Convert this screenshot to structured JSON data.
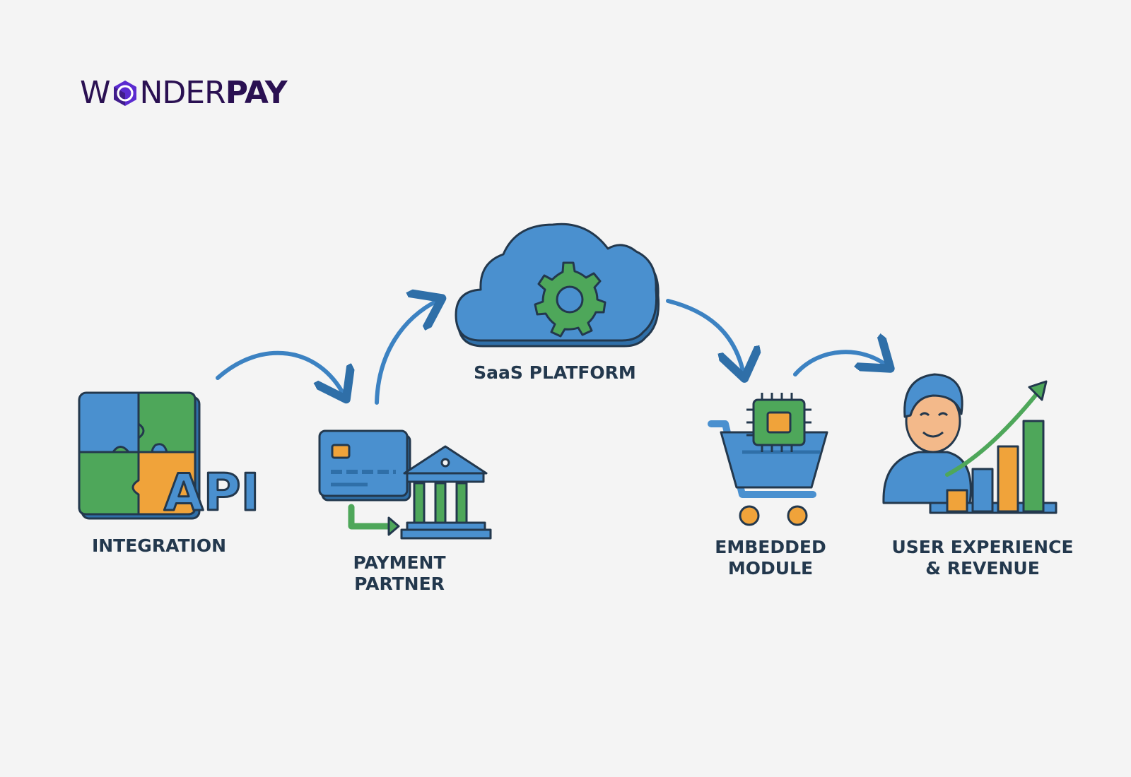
{
  "logo": {
    "part1": "W",
    "part2": "NDER",
    "part3": "PAY"
  },
  "steps": [
    {
      "label": "INTEGRATION",
      "icon": "api-puzzle-icon"
    },
    {
      "label": "PAYMENT",
      "label2": "PARTNER",
      "icon": "card-bank-icon"
    },
    {
      "label": "SaaS PLATFORM",
      "icon": "cloud-gear-icon"
    },
    {
      "label": "EMBEDDED",
      "label2": "MODULE",
      "icon": "cart-chip-icon"
    },
    {
      "label": "USER EXPERIENCE",
      "label2": "& REVENUE",
      "icon": "user-growth-icon"
    }
  ],
  "api_text": "API",
  "colors": {
    "blue": "#4a90cf",
    "green": "#4ea75a",
    "orange": "#f0a33a",
    "outline": "#23384d",
    "brand": "#2a1052",
    "brand_accent": "#5b2bd0"
  }
}
